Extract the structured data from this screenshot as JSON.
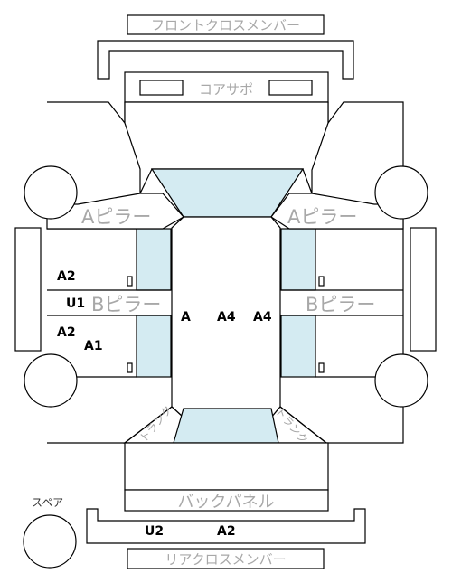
{
  "labels": {
    "front_cross_member": "フロントクロスメンバー",
    "core_support": "コアサポ",
    "a_pillar_left": "Aピラー",
    "a_pillar_right": "Aピラー",
    "b_pillar_left": "Bピラー",
    "b_pillar_right": "Bピラー",
    "trunk_left": "トランク",
    "trunk_right": "トランク",
    "back_panel": "バックパネル",
    "rear_cross_member": "リアクロスメンバー",
    "spare": "スペア"
  },
  "damage_codes": {
    "left_front_door": "A2",
    "b_pillar_left": "U1",
    "left_rear_door_1": "A2",
    "left_rear_door_2": "A1",
    "roof_left": "A",
    "roof_center": "A4",
    "roof_right": "A4",
    "rear_left": "U2",
    "rear_right": "A2"
  }
}
